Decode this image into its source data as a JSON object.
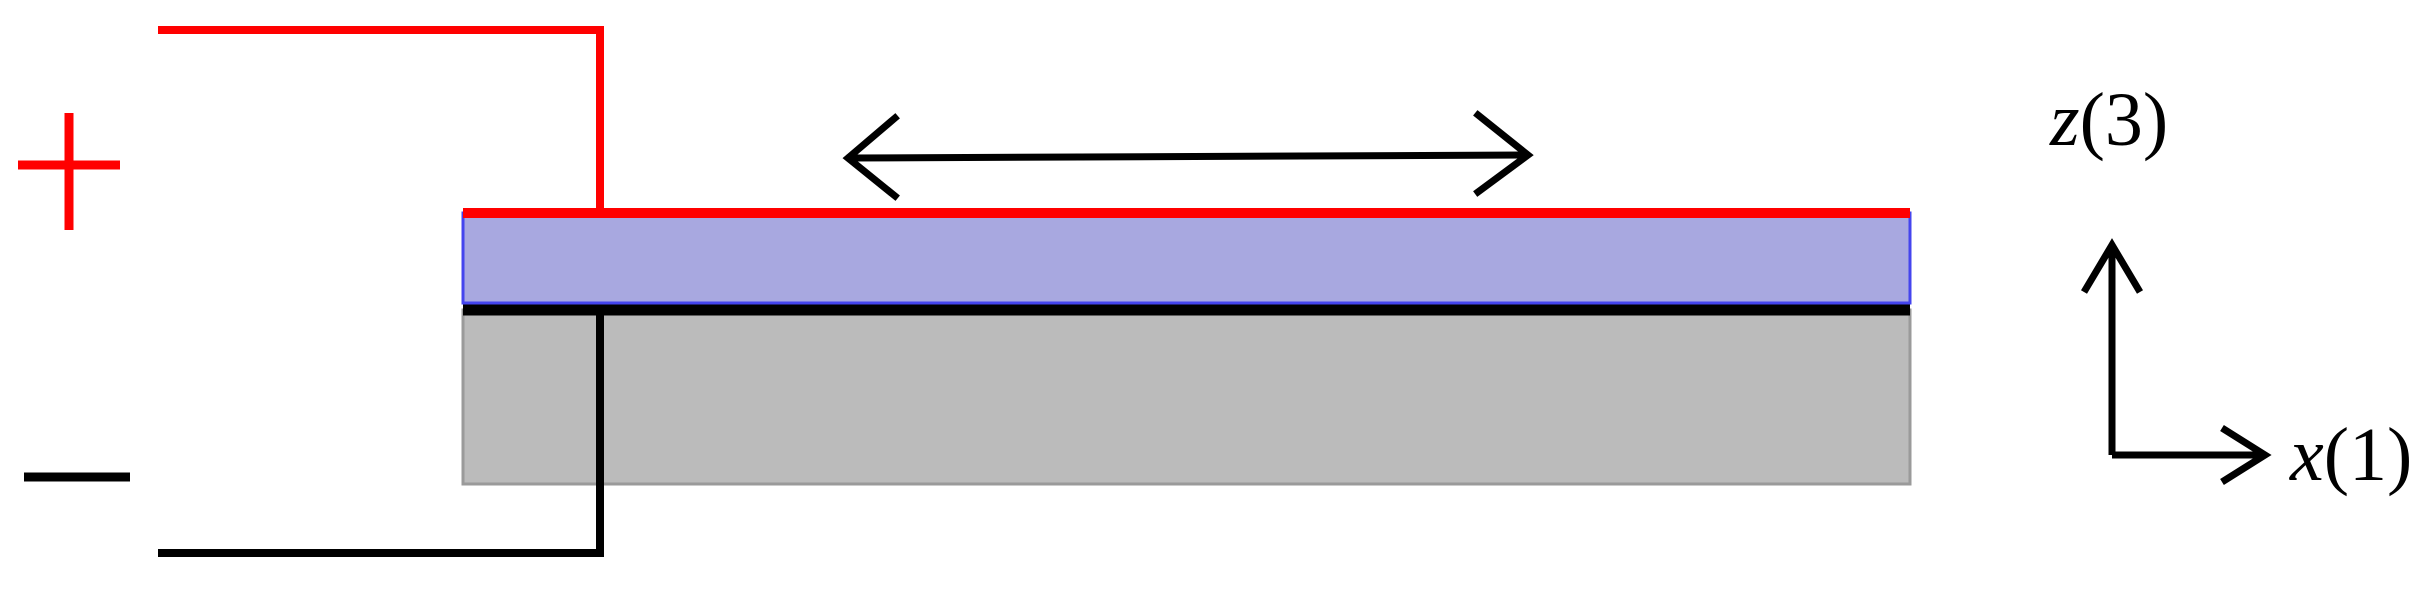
{
  "terminals": {
    "positive": {
      "symbol": "+",
      "color": "#ff0000"
    },
    "negative": {
      "symbol": "−",
      "color": "#000000"
    }
  },
  "layers": {
    "top_electrode": {
      "color": "#ff0000"
    },
    "piezo_film": {
      "fill": "#a8a8e0",
      "stroke": "#4444ee"
    },
    "bottom_electrode": {
      "color": "#000000"
    },
    "substrate": {
      "fill": "#bbbbbb",
      "stroke": "#9a9a9a"
    }
  },
  "arrows": {
    "in_plane_strain": {
      "type": "double-headed",
      "color": "#000000"
    }
  },
  "axes": {
    "z": {
      "var": "z",
      "index": "(3)"
    },
    "x": {
      "var": "x",
      "index": "(1)"
    }
  }
}
